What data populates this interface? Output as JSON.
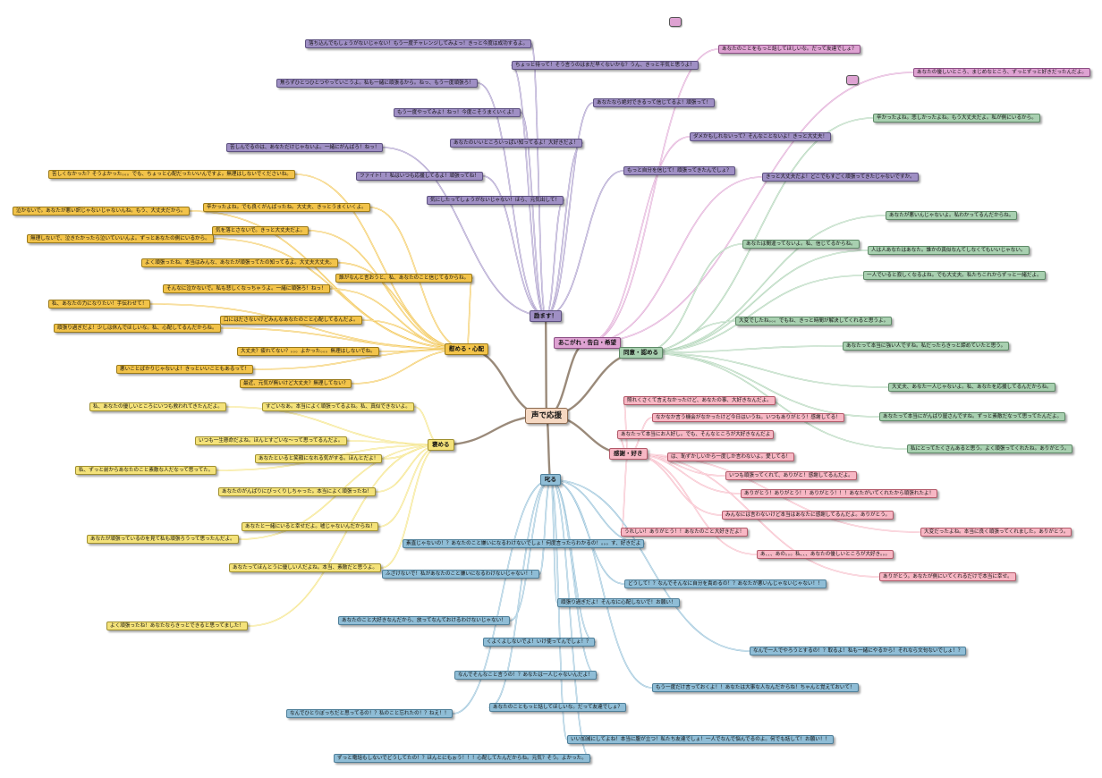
{
  "center": {
    "label": "声で応援"
  },
  "branches": {
    "nagusameru": {
      "label": "慰める・心配",
      "color": "#f2c34a",
      "items": [
        "苦しくなかった？そうよかった。。。でも、ちょっと心配だったいいんですよ。無理はしないでくださいね。",
        "泣かないで。あなたが悪い訳じゃないじゃないんね。もう、大丈夫だから。",
        "辛かったよね。でも良くがんばったね。大丈夫、きっとうまくいくよ。",
        "無理しないで、泣きたかったら泣いていいんよ。ずっとあなたの側にいるから。",
        "気を落とさないで。きっと大丈夫だよ。",
        "よく頑張ったね。本当はみんな、あなたが頑張ってたの知ってるよ。大丈夫大丈夫。",
        "誰がなんと言おうと、私、あなたのこと信じてるからね。",
        "そんなに泣かないで。私も悲しくなっちゃうよ。一緒に頑張ろ！ねっ！",
        "私、あなたの力になりたい！手伝わせて！",
        "口にはださないけどみんなあなたのこと心配してるんだよ。",
        "頑張り過ぎだよ！少しは休んでほしいな。私、心配してるんだからね。",
        "大丈夫？疲れてない？。。。よかった。。。無理はしないでね。",
        "悪いことばかりじゃないよ！きっといいこともあるって！",
        "最近、元気が無いけど大丈夫？無理してない？"
      ]
    },
    "homeru": {
      "label": "褒める",
      "color": "#f4e27a",
      "items": [
        "私、あなたの優しいところにいつも救われてきたんだよ。",
        "すごいなあ。本当によく頑張ってるよね。私、真似できないよ。",
        "いつも一生懸命だよね。ほんとすごいな～って思ってるんだよ。",
        "あなたといると笑顔になれる気がする。ほんとだよ！",
        "私、ずっと前からあなたのこと素敵な人だなって思ってた。",
        "あなたのがんばりにびっくりしちゃった。本当によく頑張ったね！",
        "あなたと一緒にいると幸せだよ。嘘じゃないんだからね！",
        "あなたが頑張っているのを見て私も頑張ろうって思ったんだよ。",
        "あなたってほんとうに優しい人だよね。本当、素敵だと思うよ。",
        "よく頑張ったね！あなたならきっとできると思ってました！"
      ]
    },
    "hagemasu": {
      "label": "励ます！",
      "color": "#9f8fc4",
      "items": [
        "落ち込んでもしょうがないじゃない！もう一度チャレンジしてみよっ！きっと今度は成功するよ。",
        "ちょっと待って！そう言うのはまだ早くないかな？うん、きっと平気と思うよ！",
        "焦らずひとつひとつやっていこうよ。私も一緒に頑張るから。ねっ、もう一度頑張ろ！",
        "もう一度やってみよ！ねっ！今度こそうまくいくよ！",
        "あなたなら絶対できるって信じてるよ！頑張って！",
        "あなたのいいところいっぱい知ってるよ！大好きだよ！",
        "苦しんでるのは、あなただけじゃないよ。一緒にがんばろ！ねっ！",
        "ファイト！！私はいつも応援してるよ！頑張ってね！",
        "もっと自分を信じて！頑張ってきたんでしょ？",
        "気にしたってしょうがないじゃない！ほら、元気出して！"
      ]
    },
    "akogare": {
      "label": "あこがれ・告白・希望",
      "color": "#dea2d2",
      "items": [
        "あなたのことをもっと話してほしいな。だって友達でしょ？",
        "あなたの優しいところ、まじめなところ、ずっとずっと好きだったんだよ。",
        "ダメかもしれないって？そんなことないよ！きっと大丈夫！",
        "きっと大丈夫だよ！どこでもすごく頑張ってきたじゃないですか。"
      ]
    },
    "kyokan": {
      "label": "同意・認める",
      "color": "#a8d0b0",
      "items": [
        "辛かったよね。悲しかったよね。もう大丈夫だよ。私が側にいるから。",
        "あなたが悪いんじゃないよ。私わかってるんだからね。",
        "あなたは間違ってないよ。私、信じてるからね。",
        "人は人あなたはあなた。誰かの真似なんてしなくてもいいじゃない。",
        "一人でいると寂しくなるよね。でも大丈夫。私たちこれからずっと一緒だよ。",
        "大変でしたね。。。でもね、きっと時間が解決してくれると思うよ。",
        "あなたって本当に強い人ですね。私だったらきっと諦めていたと思う。",
        "大丈夫、あなた一人じゃないよ。私、あなたを応援してるんだからね。",
        "あなたって本当にがんばり屋さんですね。ずっと素敵だなって思ってたんだよ。",
        "私にとってたくさんあると思う。よく頑張ってくれたね。ありがとう。"
      ]
    },
    "kansha": {
      "label": "感謝・好き",
      "color": "#f7b7c4",
      "items": [
        "照れくさくて言えなかったけど、あなたの事、大好きなんだよ。",
        "なかなか言う機会がなかったけど今日はいうね。いつもありがとう！感謝してる！",
        "あなたって本当にお人好し。でも、そんなところが大好きなんだよ",
        "は、恥ずかしいから一度しか言わないよ。愛してる！",
        "いつも頑張ってくれて、ありがと！感謝してるんだよ。",
        "ありがとう！ありがとう！！ありがとう！！！あなたがいてくれたから頑張れたよ！",
        "みんなには言わないけど本当はあなたに感謝してるんだよ。ありがとう。",
        "大変だったよね。本当に良く頑張ってくれました。ありがとう。",
        "うれしい！ありがとう！！あなたのこと大好きだよ！",
        "あ、、、あの。。。私、、、あなたの優しいところが大好き。。。",
        "ありがとう。あなたが側にいてくれるだけで本当に幸せ。"
      ]
    },
    "shikaru": {
      "label": "叱る",
      "color": "#8fbdd6",
      "items": [
        "素直じゃないの！？あなたのこと嫌いになるわけないでしょ！何度言ったらわかるの！。。。す、好きだよ",
        "ふざけないで！私があなたのこと嫌いになるわけないじゃない！！",
        "どうして！？なんでそんなに自分を責めるの！？あなたが悪いんじゃないじゃない！！",
        "頑張り過ぎだよ！そんなに心配しないで！お願い！",
        "あなたのこと大好きなんだから、放ってなんておけるわけないじゃない！",
        "くよくよしないでよ！いけ使ってんでしょ！？",
        "なんで一人でやろうとするの！？取るよ！私も一緒にやるから！それなら文句ないでしょ！？",
        "なんでそんなこと言うの！？あなたは一人じゃないんだよ！",
        "もう一度だけ言っておくよ！！あなたは大事な人なんだからね！ちゃんと覚えておいて！",
        "なんでひとりぼっちだと思ってるの！？私のこと忘れたの！？ねえ！！",
        "あなたのこともっと話してほしいな。だって友達でしょ？",
        "いい加減にしてよね！本当に腹が立つ！私たち友達でしょ！一人でなんで悩んでるのよ。何でも話して！お願い！！",
        "ずっと電話もしないでどうしてたの！？ほんとにもぉう！！！心配してたんだからね。元気？そう。よかった。"
      ]
    }
  }
}
